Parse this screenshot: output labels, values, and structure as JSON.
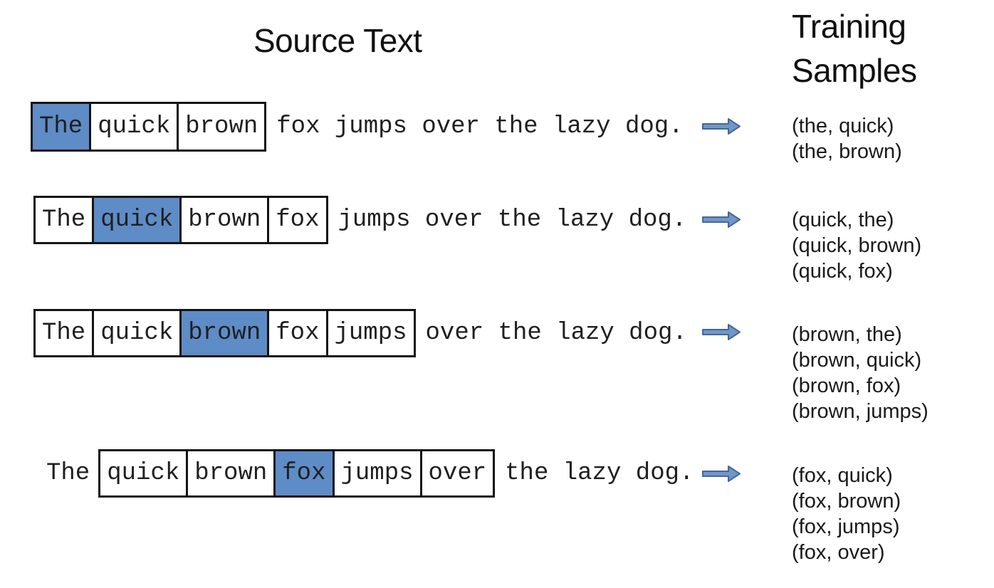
{
  "titles": {
    "source": "Source Text",
    "training": "Training Samples"
  },
  "colors": {
    "highlight": "#5E8CC7",
    "arrow_fill": "#7296C5",
    "arrow_stroke": "#41689C",
    "box_border": "#141414",
    "text_dark": "#1A1A1A"
  },
  "sentence": "The quick brown fox jumps over the lazy dog.",
  "rows": [
    {
      "tokens": {
        "t0": "The",
        "t1": "quick",
        "t2": "brown",
        "rest": "fox jumps over the lazy dog."
      },
      "highlighted_word": "The",
      "samples": {
        "s0": "(the, quick)",
        "s1": "(the, brown)"
      }
    },
    {
      "tokens": {
        "t0": "The",
        "t1": "quick",
        "t2": "brown",
        "t3": "fox",
        "rest": "jumps over the lazy dog."
      },
      "highlighted_word": "quick",
      "samples": {
        "s0": "(quick, the)",
        "s1": "(quick, brown)",
        "s2": "(quick, fox)"
      }
    },
    {
      "tokens": {
        "t0": "The",
        "t1": "quick",
        "t2": "brown",
        "t3": "fox",
        "t4": "jumps",
        "rest": "over the lazy dog."
      },
      "highlighted_word": "brown",
      "samples": {
        "s0": "(brown, the)",
        "s1": "(brown, quick)",
        "s2": "(brown, fox)",
        "s3": "(brown, jumps)"
      }
    },
    {
      "tokens": {
        "prefix": "The",
        "t1": "quick",
        "t2": "brown",
        "t3": "fox",
        "t4": "jumps",
        "t5": "over",
        "rest": "the lazy dog."
      },
      "highlighted_word": "fox",
      "samples": {
        "s0": "(fox, quick)",
        "s1": "(fox, brown)",
        "s2": "(fox, jumps)",
        "s3": "(fox, over)"
      }
    }
  ]
}
